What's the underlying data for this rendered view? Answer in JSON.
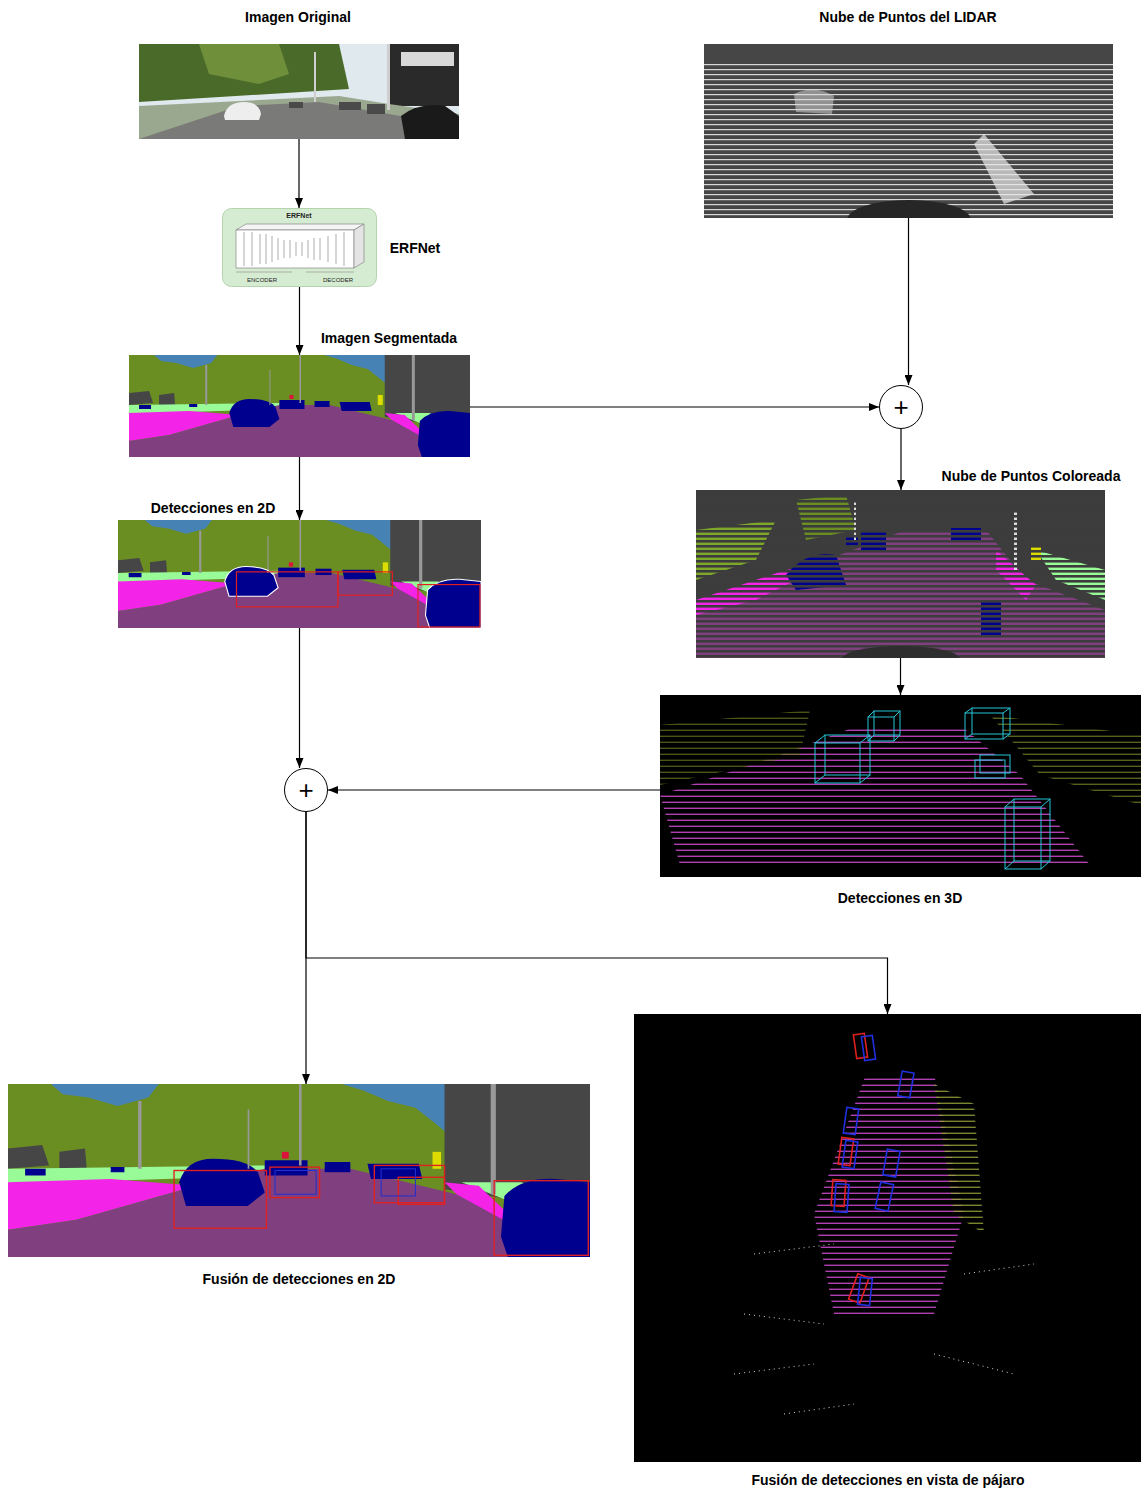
{
  "diagram": {
    "nodes": [
      {
        "text": [
          "Imagen Original"
        ]
      },
      {
        "text": [
          "Nube de Puntos del LIDAR"
        ]
      },
      {
        "text": [
          "ERFNet"
        ]
      },
      {
        "text": [
          "Imagen Segmentada"
        ]
      },
      {
        "text": [
          "+"
        ]
      },
      {
        "text": [
          "Nube de Puntos Coloreada"
        ]
      },
      {
        "text": [
          "Detecciones en 2D"
        ]
      },
      {
        "text": [
          "Detecciones en 3D"
        ]
      },
      {
        "text": [
          "+"
        ]
      },
      {
        "text": [
          "Fusión de detecciones en 2D"
        ]
      },
      {
        "text": [
          "Fusión de detecciones en vista de pájaro"
        ]
      }
    ],
    "edges": [
      {
        "from": 0,
        "to": 2,
        "arrow": "to"
      },
      {
        "from": 2,
        "to": 3,
        "arrow": "to"
      },
      {
        "from": 1,
        "to": 4,
        "arrow": "to"
      },
      {
        "from": 3,
        "to": 4,
        "arrow": "to"
      },
      {
        "from": 4,
        "to": 5,
        "arrow": "to"
      },
      {
        "from": 3,
        "to": 6,
        "arrow": "to"
      },
      {
        "from": 5,
        "to": 7,
        "arrow": "to"
      },
      {
        "from": 6,
        "to": 8,
        "arrow": "to"
      },
      {
        "from": 7,
        "to": 8,
        "arrow": "to"
      },
      {
        "from": 8,
        "to": 9,
        "arrow": "to"
      },
      {
        "from": 8,
        "to": 10,
        "arrow": "to"
      }
    ],
    "labels": [
      "ERFNet",
      "ENCODER",
      "DECODER"
    ]
  }
}
